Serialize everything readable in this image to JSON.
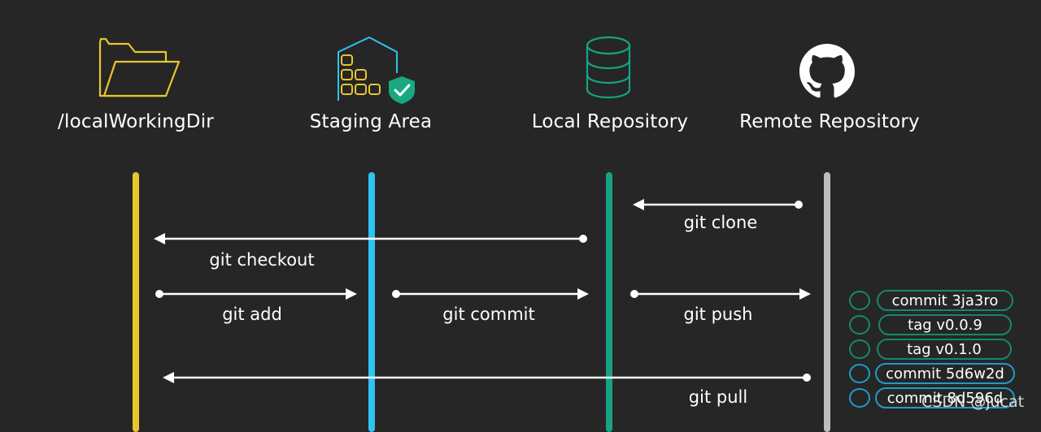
{
  "columns": [
    {
      "label": "/localWorkingDir",
      "icon": "folder-icon",
      "color": "#e8c62e"
    },
    {
      "label": "Staging Area",
      "icon": "staging-box-icon",
      "color": "#2fc3f0"
    },
    {
      "label": "Local Repository",
      "icon": "database-icon",
      "color": "#17a383"
    },
    {
      "label": "Remote Repository",
      "icon": "github-icon",
      "color": "#bdbdbd"
    }
  ],
  "commands": {
    "clone": "git clone",
    "checkout": "git checkout",
    "add": "git add",
    "commit": "git commit",
    "push": "git push",
    "pull": "git pull"
  },
  "history": [
    {
      "label": "commit 3ja3ro",
      "color": "#17876c"
    },
    {
      "label": "tag v0.0.9",
      "color": "#17876c"
    },
    {
      "label": "tag v0.1.0",
      "color": "#17876c"
    },
    {
      "label": "commit 5d6w2d",
      "color": "#1f9bc8"
    },
    {
      "label": "commit 8d596d",
      "color": "#1f9bc8"
    }
  ],
  "watermark": "CSDN @jucat"
}
